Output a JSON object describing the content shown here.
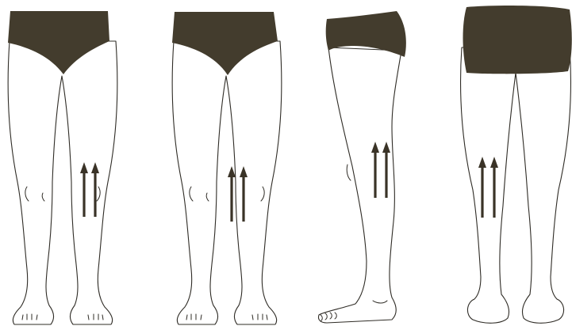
{
  "colors": {
    "underwear": "#433c2d",
    "arrow": "#3a3327",
    "outline": "#2f2c26",
    "background": "#ffffff"
  },
  "figures": [
    {
      "view": "front",
      "arrows": 2,
      "arrow_direction": "up"
    },
    {
      "view": "front",
      "arrows": 2,
      "arrow_direction": "up"
    },
    {
      "view": "side",
      "arrows": 2,
      "arrow_direction": "up"
    },
    {
      "view": "back",
      "arrows": 2,
      "arrow_direction": "up"
    }
  ]
}
